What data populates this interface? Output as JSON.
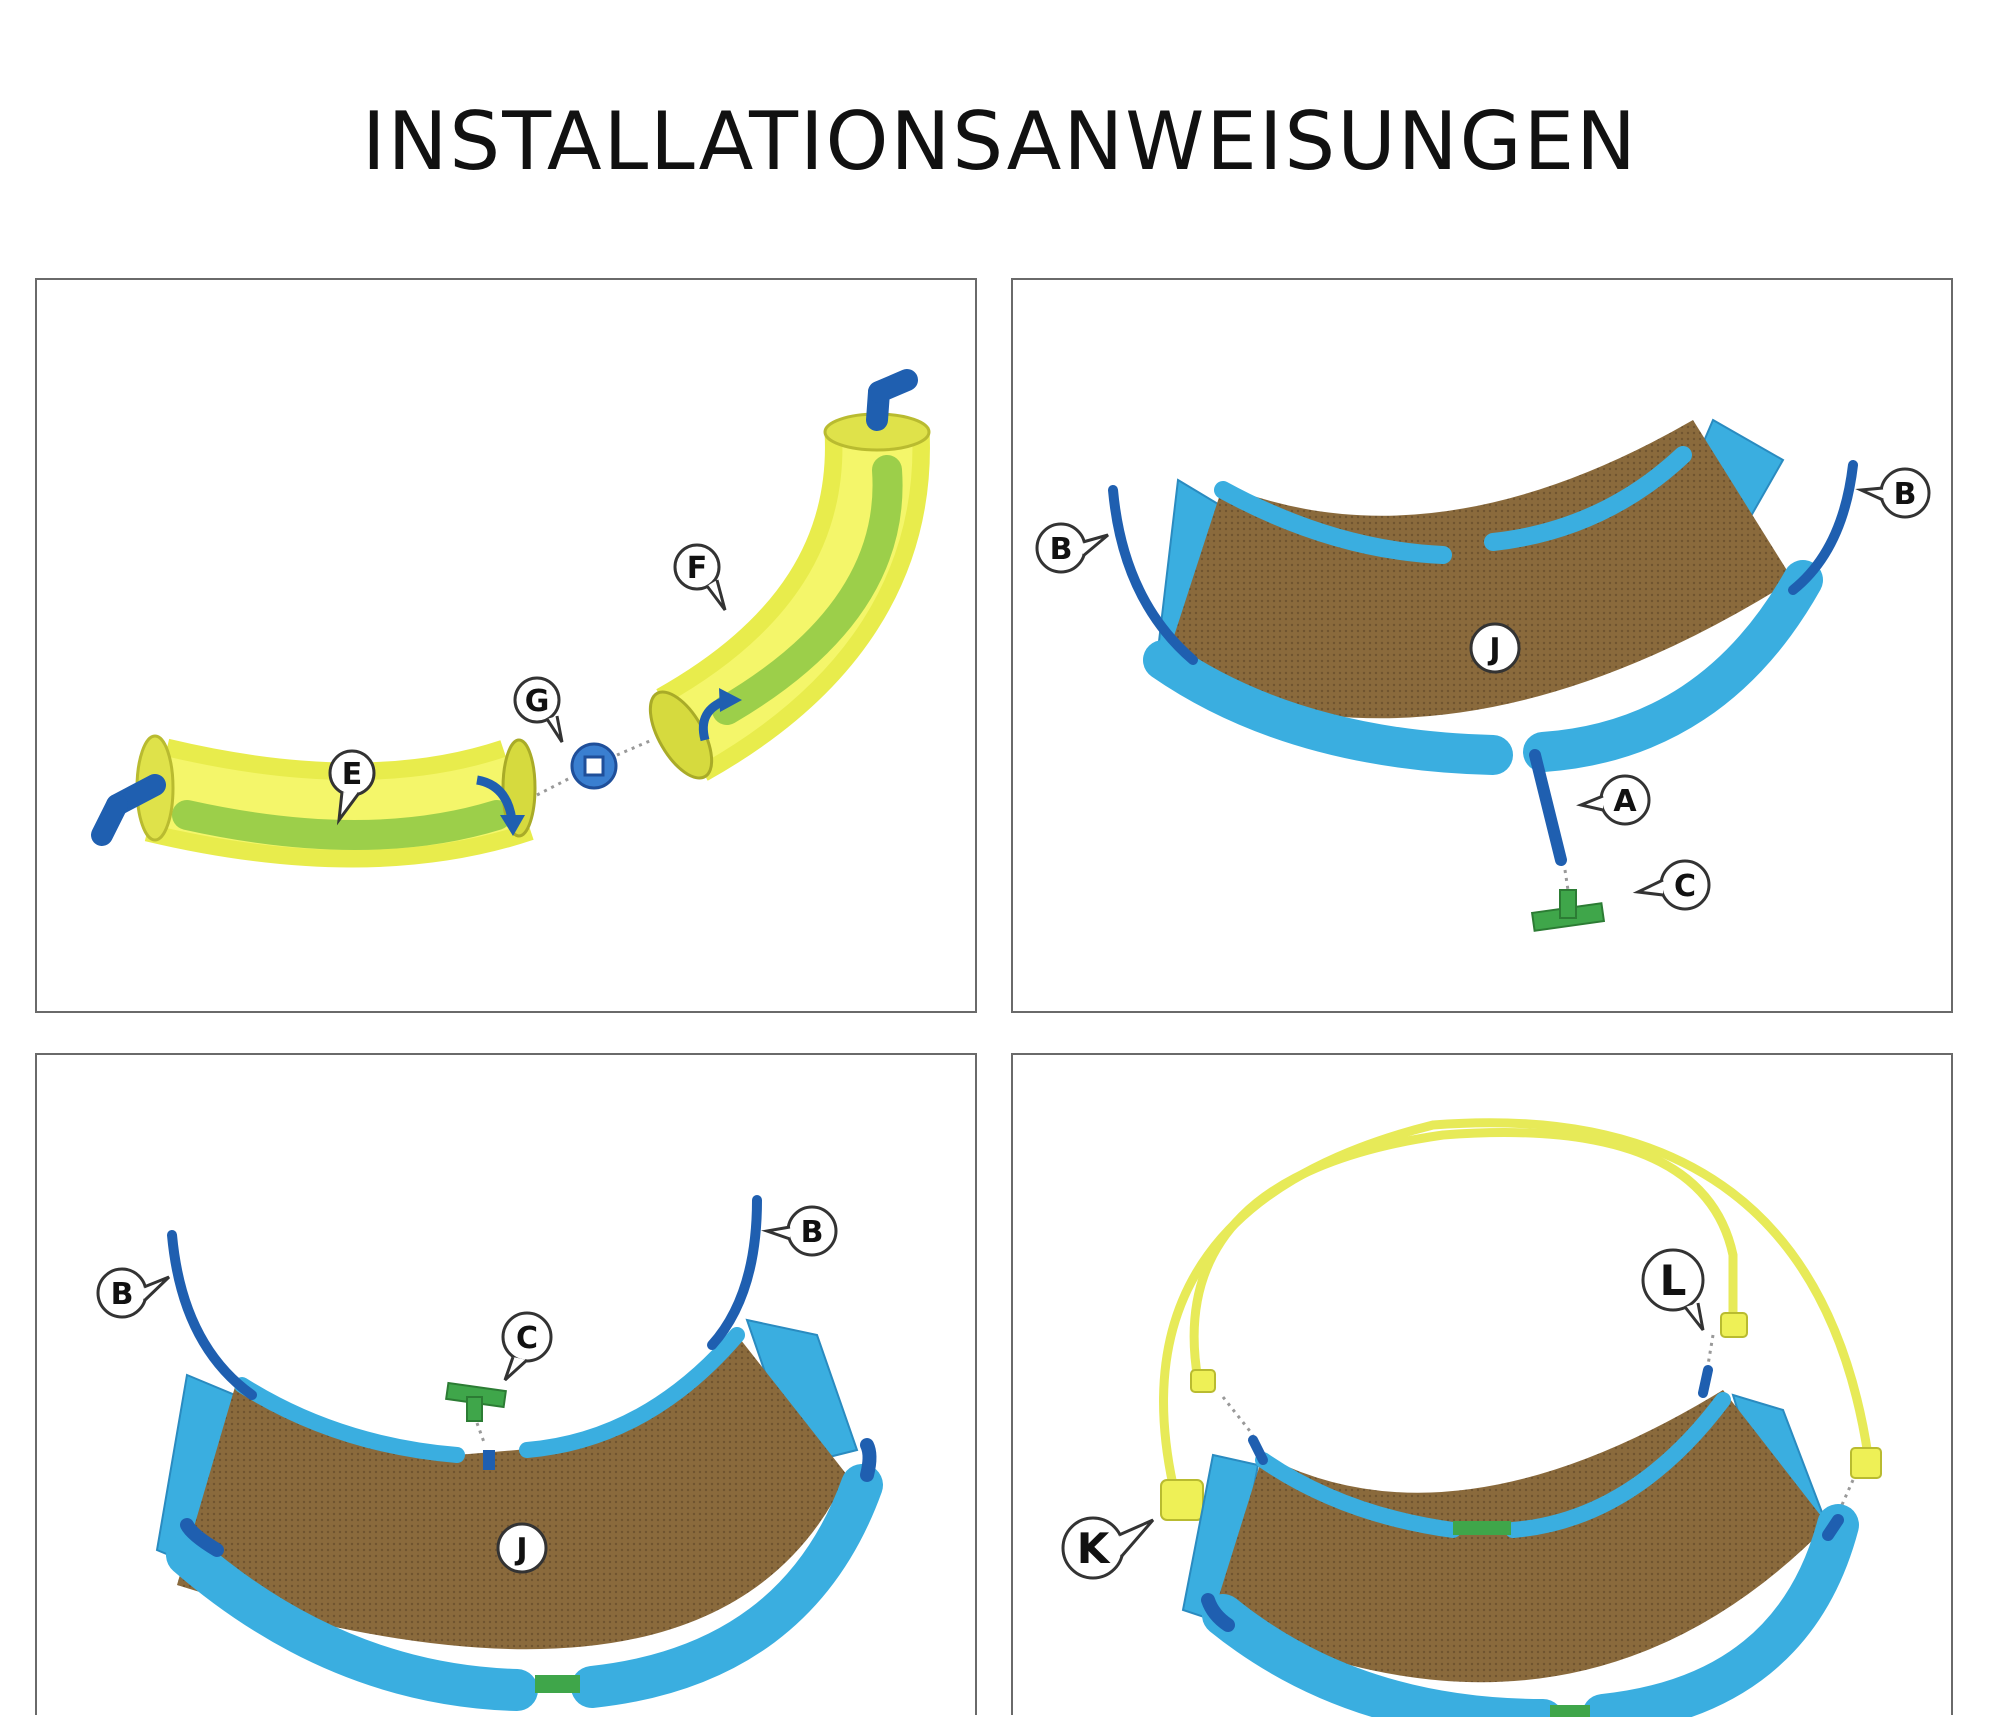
{
  "title": "INSTALLATIONSANWEISUNGEN",
  "colors": {
    "blue_frame": "#3aaee0",
    "blue_tube": "#1f5fb0",
    "mesh_brown": "#8a6a3c",
    "connector_green": "#3fa64a",
    "yellow_part": "#eef056",
    "yellow_green": "#9ccf4a"
  },
  "panels": [
    {
      "labels": {
        "e": "E",
        "f": "F",
        "g": "G"
      }
    },
    {
      "labels": {
        "b_left": "B",
        "b_right": "B",
        "j": "J",
        "a": "A",
        "c": "C"
      }
    },
    {
      "labels": {
        "b_left": "B",
        "b_right": "B",
        "c": "C",
        "j": "J"
      }
    },
    {
      "labels": {
        "k": "K",
        "l": "L"
      }
    }
  ]
}
